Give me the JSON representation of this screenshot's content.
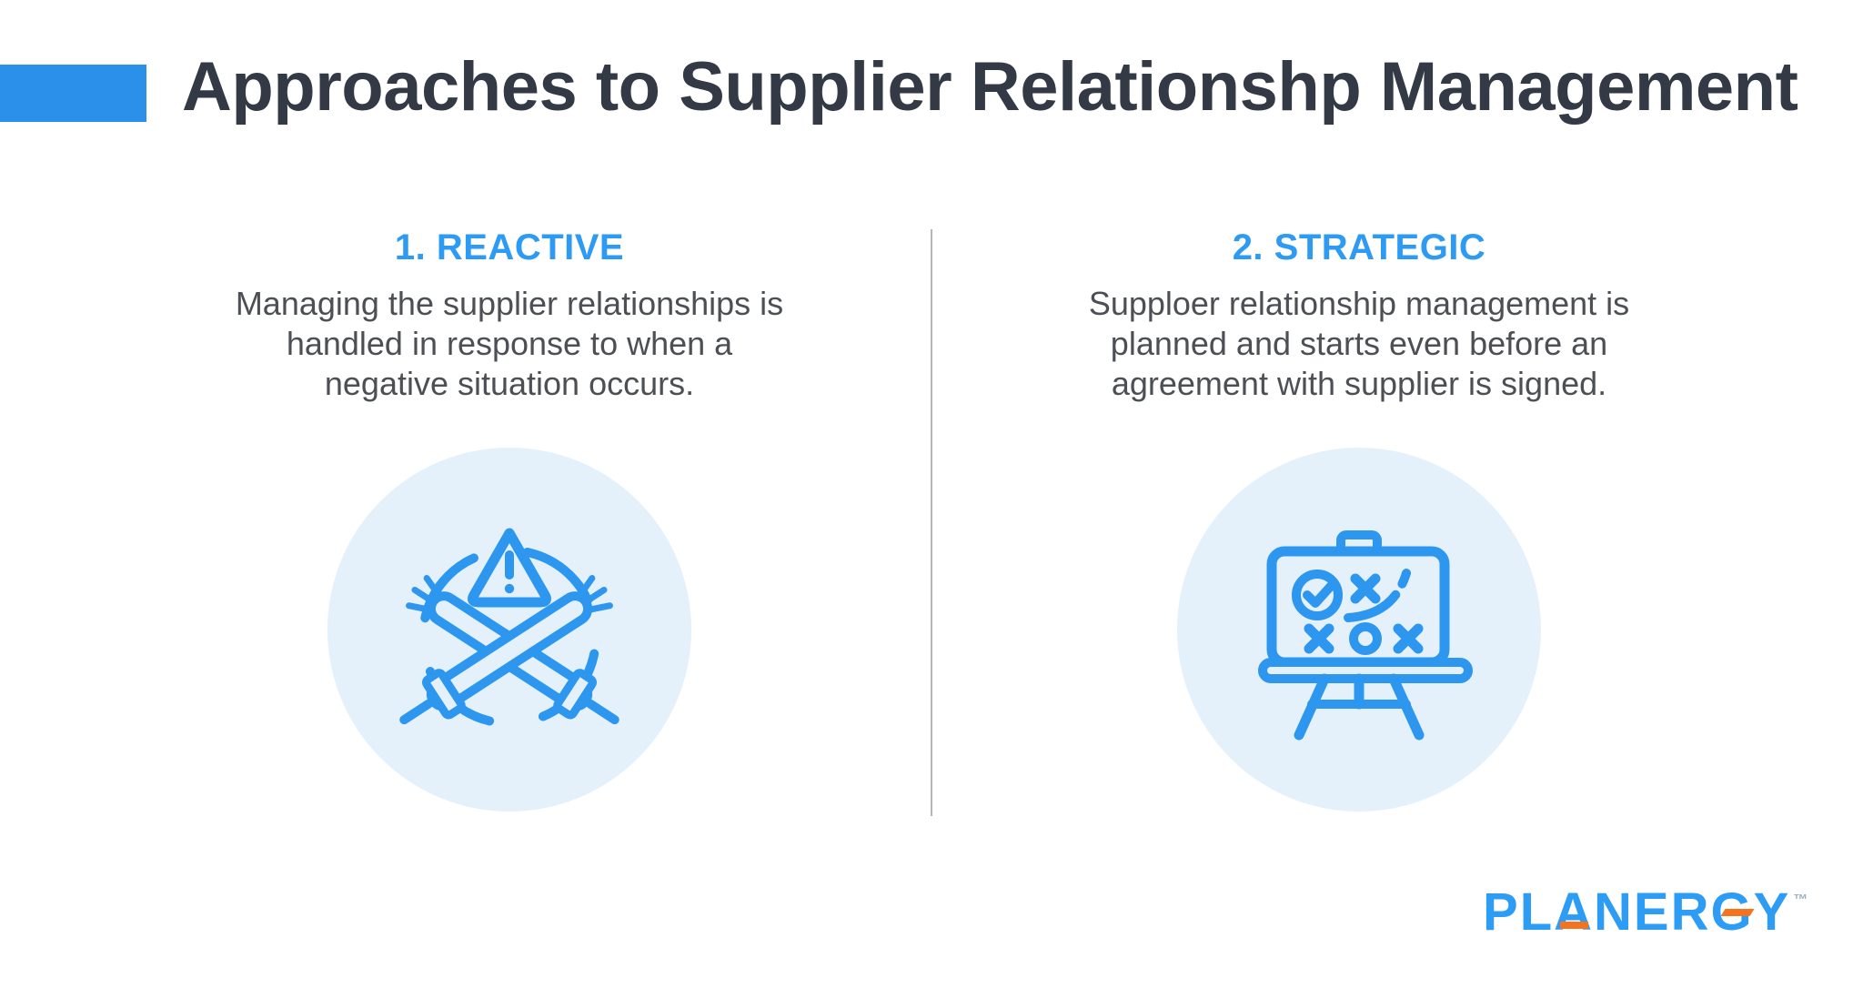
{
  "header": {
    "title": "Approaches to Supplier Relationshp Management"
  },
  "columns": [
    {
      "heading": "1. REACTIVE",
      "description_lines": [
        "Managing the supplier relationships is",
        "handled in response to when a",
        "negative situation occurs."
      ],
      "icon": "crossed-hands-warning-icon"
    },
    {
      "heading": "2. STRATEGIC",
      "description_lines": [
        "Supploer relationship management is",
        "planned and starts even before an",
        "agreement with supplier is signed."
      ],
      "icon": "strategy-board-easel-icon"
    }
  ],
  "footer": {
    "brand_letters": [
      "P",
      "L",
      "A",
      "N",
      "E",
      "R",
      "G",
      "Y"
    ],
    "trademark": "™"
  },
  "colors": {
    "accent_bar_blue": "#2B90EA",
    "heading_blue": "#2D9BF3",
    "icon_stroke_blue": "#2D96EF",
    "icon_circle_bg": "#E4F1FB",
    "title_text": "#333A45",
    "body_text": "#4C4F54",
    "divider_gray": "#B5B5B5",
    "logo_blue": "#2D9CF4",
    "logo_orange": "#F5731E",
    "trademark_gray": "#9BB0BF",
    "page_background": "#FFFFFF"
  }
}
